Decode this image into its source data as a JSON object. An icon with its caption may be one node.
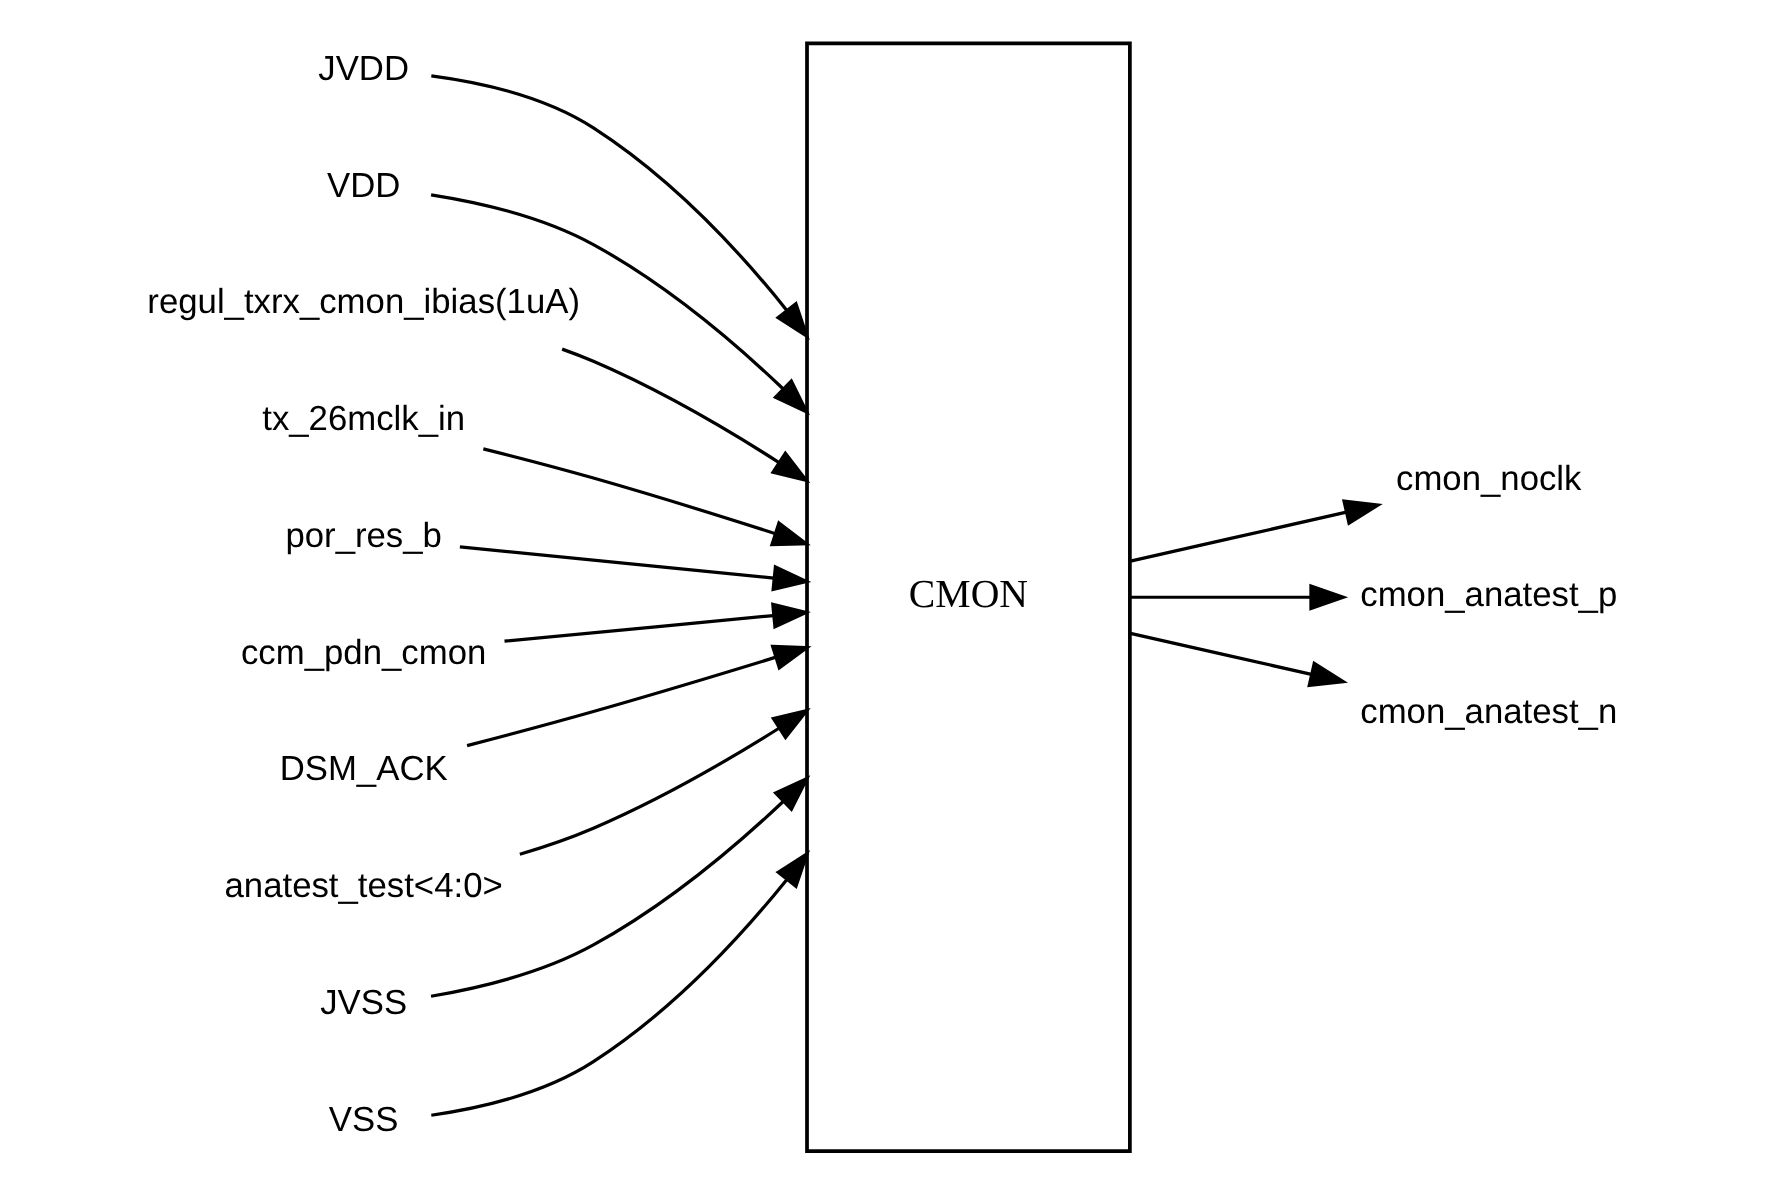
{
  "diagram": {
    "nodes": [
      {
        "text": [
          "JVDD"
        ]
      },
      {
        "text": [
          "VDD"
        ]
      },
      {
        "text": [
          "regul_txrx_cmon_ibias(1uA)"
        ]
      },
      {
        "text": [
          "tx_26mclk_in"
        ]
      },
      {
        "text": [
          "por_res_b"
        ]
      },
      {
        "text": [
          "ccm_pdn_cmon"
        ]
      },
      {
        "text": [
          "DSM_ACK"
        ]
      },
      {
        "text": [
          "anatest_test<4:0>"
        ]
      },
      {
        "text": [
          "JVSS"
        ]
      },
      {
        "text": [
          "VSS"
        ]
      },
      {
        "text": [
          "CMON"
        ]
      },
      {
        "text": [
          "cmon_noclk"
        ]
      },
      {
        "text": [
          "cmon_anatest_p"
        ]
      },
      {
        "text": [
          "cmon_anatest_n"
        ]
      }
    ],
    "edges": [
      {
        "from": 0,
        "to": 10,
        "arrow": "to"
      },
      {
        "from": 1,
        "to": 10,
        "arrow": "to"
      },
      {
        "from": 2,
        "to": 10,
        "arrow": "to"
      },
      {
        "from": 3,
        "to": 10,
        "arrow": "to"
      },
      {
        "from": 4,
        "to": 10,
        "arrow": "to"
      },
      {
        "from": 5,
        "to": 10,
        "arrow": "to"
      },
      {
        "from": 6,
        "to": 10,
        "arrow": "to"
      },
      {
        "from": 7,
        "to": 10,
        "arrow": "to"
      },
      {
        "from": 8,
        "to": 10,
        "arrow": "to"
      },
      {
        "from": 9,
        "to": 10,
        "arrow": "to"
      },
      {
        "from": 10,
        "to": 11,
        "arrow": "to"
      },
      {
        "from": 10,
        "to": 12,
        "arrow": "to"
      },
      {
        "from": 10,
        "to": 13,
        "arrow": "to"
      }
    ]
  }
}
